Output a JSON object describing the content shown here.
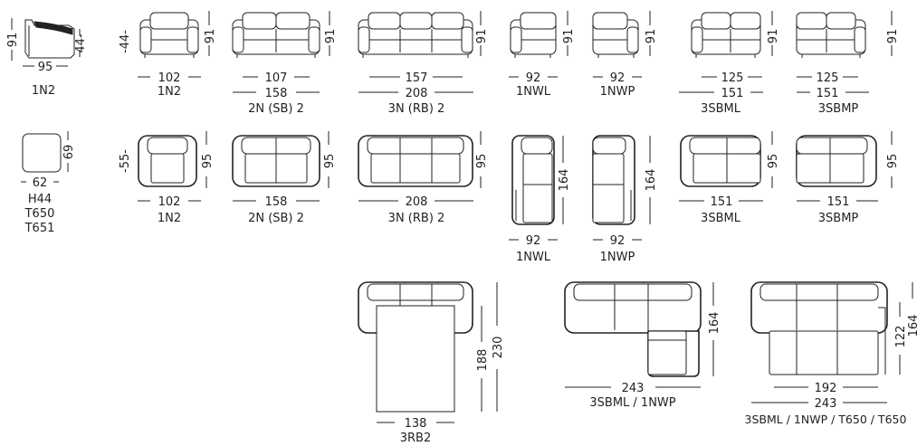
{
  "row1": {
    "side_view": {
      "height": "91",
      "seat": "44-",
      "width": "95",
      "model": "1N2"
    },
    "armchair": {
      "seat": "-44-",
      "height": "91",
      "width": "102",
      "model": "1N2"
    },
    "sofa2": {
      "height": "91",
      "inner": "107",
      "outer": "158",
      "model": "2N (SB) 2"
    },
    "sofa3": {
      "height": "91",
      "inner": "157",
      "outer": "208",
      "model": "3N (RB) 2"
    },
    "nwl": {
      "height": "91",
      "width": "92",
      "model": "1NWL"
    },
    "nwp": {
      "height": "91",
      "width": "92",
      "model": "1NWP"
    },
    "sbml": {
      "height": "91",
      "inner": "125",
      "outer": "151",
      "model": "3SBML"
    },
    "sbmp": {
      "height": "91",
      "inner": "125",
      "outer": "151",
      "model": "3SBMP"
    }
  },
  "row2": {
    "pouf": {
      "depth": "69",
      "width": "62",
      "model_a": "H44",
      "model_b": "T650",
      "model_c": "T651"
    },
    "armchair": {
      "seat": "-55-",
      "depth": "95",
      "width": "102",
      "model": "1N2"
    },
    "sofa2": {
      "depth": "95",
      "width": "158",
      "model": "2N (SB) 2"
    },
    "sofa3": {
      "depth": "95",
      "width": "208",
      "model": "3N (RB) 2"
    },
    "nwl": {
      "depth": "164",
      "width": "92",
      "model": "1NWL"
    },
    "nwp": {
      "depth": "164",
      "width": "92",
      "model": "1NWP"
    },
    "sbml": {
      "depth": "95",
      "width": "151",
      "model": "3SBML"
    },
    "sbmp": {
      "depth": "95",
      "width": "151",
      "model": "3SBMP"
    }
  },
  "row3": {
    "bed": {
      "open_depth": "188",
      "total_depth": "230",
      "width": "138",
      "model": "3RB2"
    },
    "corner": {
      "depth": "164",
      "width": "243",
      "model": "3SBML / 1NWP"
    },
    "corner_set": {
      "depth_a": "122",
      "depth_b": "164",
      "inner": "192",
      "outer": "243",
      "model": "3SBML / 1NWP / T650 / T650"
    }
  }
}
